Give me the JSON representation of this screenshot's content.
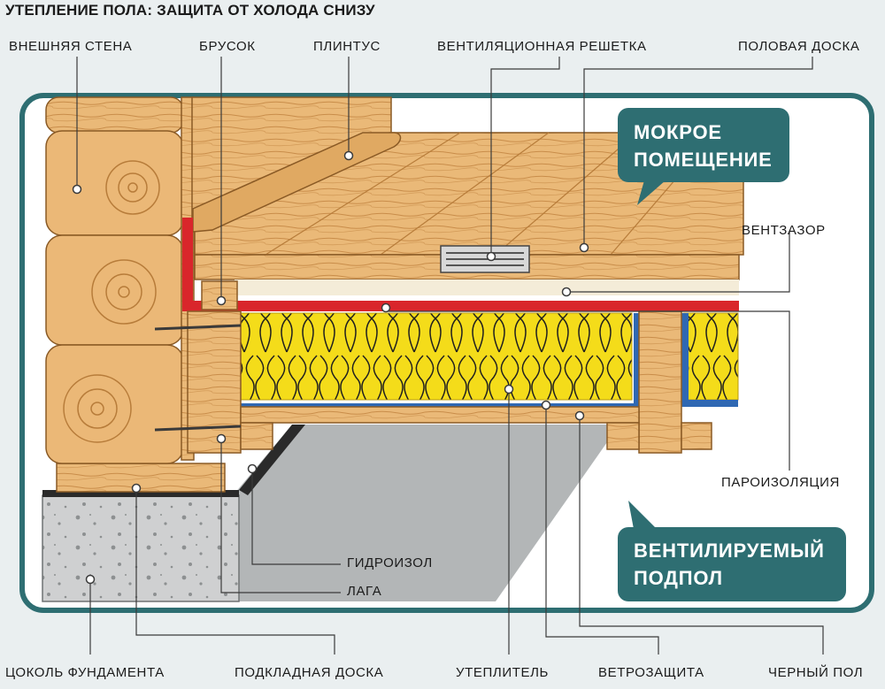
{
  "title": "УТЕПЛЕНИЕ ПОЛА: ЗАЩИТА ОТ ХОЛОДА СНИЗУ",
  "labels": {
    "outer_wall": "ВНЕШНЯЯ СТЕНА",
    "bar": "БРУСОК",
    "skirting": "ПЛИНТУС",
    "vent_grille": "ВЕНТИЛЯЦИОННАЯ РЕШЕТКА",
    "floor_board": "ПОЛОВАЯ ДОСКА",
    "vent_gap": "ВЕНТЗАЗОР",
    "vapor_barrier": "ПАРОИЗОЛЯЦИЯ",
    "waterproofing": "ГИДРОИЗОЛ",
    "joist": "ЛАГА",
    "foundation_plinth": "ЦОКОЛЬ ФУНДАМЕНТА",
    "lining_board": "ПОДКЛАДНАЯ ДОСКА",
    "insulation": "УТЕПЛИТЕЛЬ",
    "wind_barrier": "ВЕТРОЗАЩИТА",
    "subfloor": "ЧЕРНЫЙ ПОЛ"
  },
  "callouts": {
    "wet_room_line1": "МОКРОЕ",
    "wet_room_line2": "ПОМЕЩЕНИЕ",
    "vent_subfloor_line1": "ВЕНТИЛИРУЕМЫЙ",
    "vent_subfloor_line2": "ПОДПОЛ"
  },
  "colors": {
    "background": "#eaeff0",
    "frame": "#2e6e72",
    "callout_bg": "#2e6e72",
    "wood": "#e9b774",
    "wood_dark": "#c98d4a",
    "red_membrane": "#d9262b",
    "blue_membrane": "#2f68b3",
    "insulation": "#f6e21a",
    "concrete": "#cfd0d1",
    "shadow": "#a7aaab"
  }
}
